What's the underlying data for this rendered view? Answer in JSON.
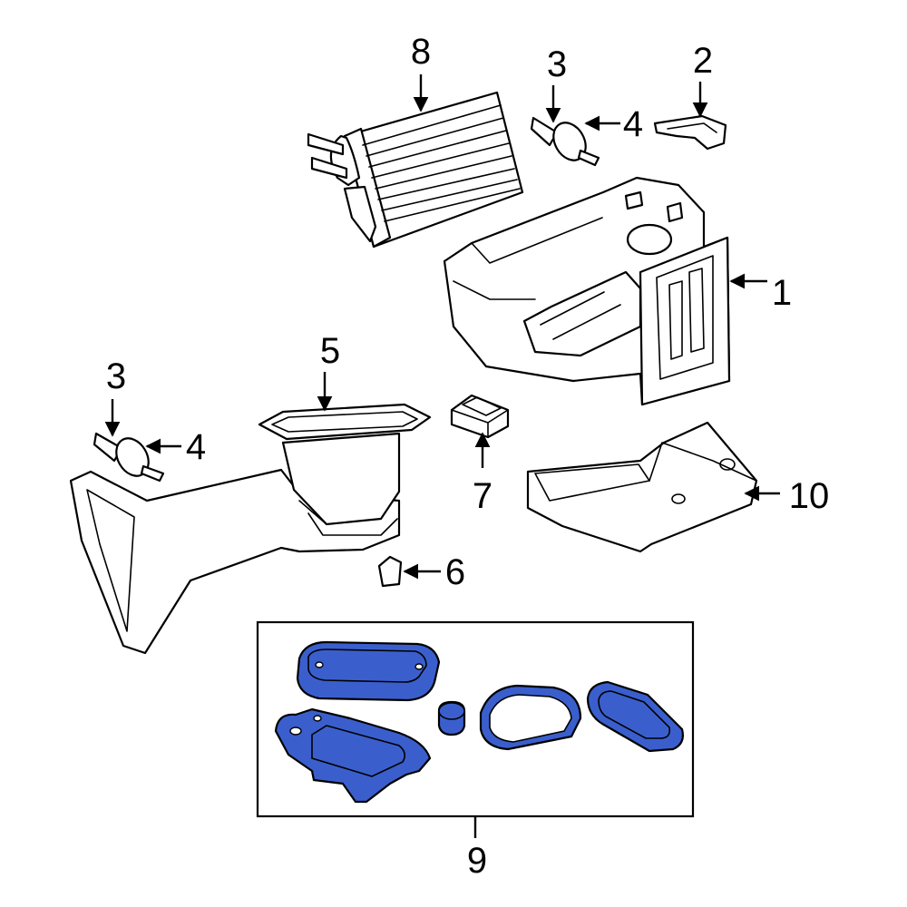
{
  "callouts": {
    "c1": "1",
    "c2": "2",
    "c3a": "3",
    "c3b": "3",
    "c4a": "4",
    "c4b": "4",
    "c5": "5",
    "c6": "6",
    "c7": "7",
    "c8": "8",
    "c9": "9",
    "c10": "10"
  },
  "colors": {
    "highlight": "#3a5fcd",
    "line": "#000000",
    "background": "#ffffff"
  }
}
